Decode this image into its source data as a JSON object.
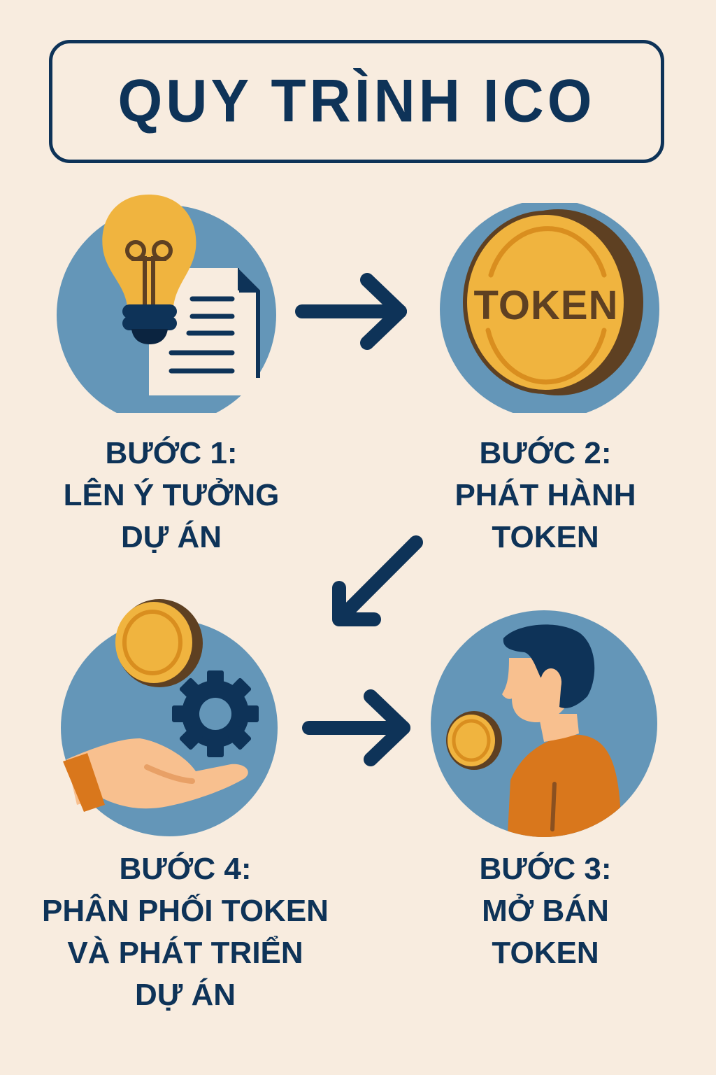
{
  "title": "QUY TRÌNH ICO",
  "colors": {
    "background": "#f8ecdf",
    "navy": "#0e3358",
    "circle_blue": "#6496b8",
    "gold": "#f0b43f",
    "gold_dark": "#d98e1f",
    "brown": "#5e4022",
    "skin": "#f8c08f",
    "orange": "#d9771c",
    "paper": "#f8ecdf"
  },
  "steps": [
    {
      "heading": "BƯỚC 1:",
      "lines": [
        "LÊN Ý TƯỞNG",
        "DỰ ÁN"
      ],
      "icon": "lightbulb-document-icon"
    },
    {
      "heading": "BƯỚC 2:",
      "lines": [
        "PHÁT HÀNH",
        "TOKEN"
      ],
      "icon": "token-coin-icon",
      "coin_text": "TOKEN"
    },
    {
      "heading": "BƯỚC 3:",
      "lines": [
        "MỞ BÁN",
        "TOKEN"
      ],
      "icon": "person-coin-icon"
    },
    {
      "heading": "BƯỚC 4:",
      "lines": [
        "PHÂN PHỐI TOKEN",
        "VÀ PHÁT TRIỂN",
        "DỰ ÁN"
      ],
      "icon": "hand-coin-gear-icon"
    }
  ],
  "arrows": [
    {
      "from": "step-1",
      "to": "step-2",
      "direction": "right"
    },
    {
      "from": "step-2",
      "to": "step-4",
      "direction": "down-left"
    },
    {
      "from": "step-4",
      "to": "step-3",
      "direction": "right"
    }
  ]
}
